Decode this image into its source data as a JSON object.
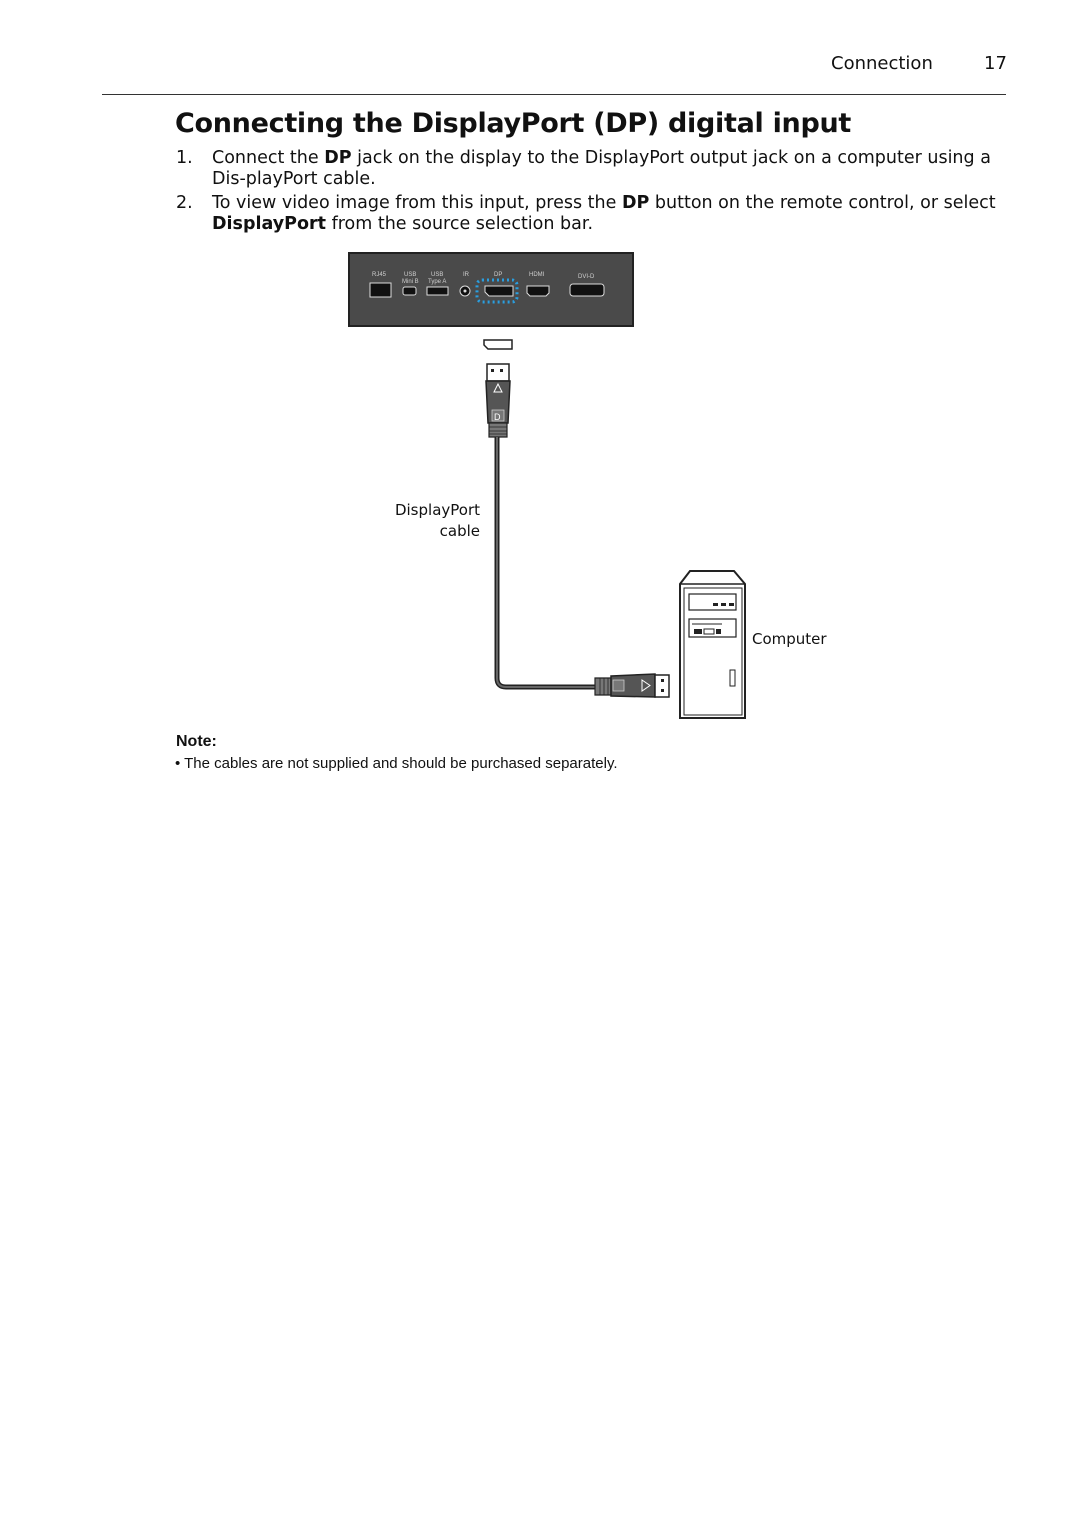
{
  "header": {
    "section": "Connection",
    "page_number": "17"
  },
  "title": "Connecting the DisplayPort (DP) digital input",
  "steps": [
    {
      "number": "1.",
      "pre": "Connect the ",
      "bold1": "DP",
      "mid": " jack on the display to the DisplayPort output jack on a computer using a Dis-playPort cable."
    },
    {
      "number": "2.",
      "pre": "To view video image from this input, press the ",
      "bold1": "DP",
      "mid": " button on the remote control, or select ",
      "bold2": "DisplayPort",
      "post": " from the source selection bar."
    }
  ],
  "diagram": {
    "ports": {
      "rj45": "RJ45",
      "usb_mini": "USB",
      "usb_mini_sub": "Mini B",
      "usb_a": "USB",
      "usb_a_sub": "Type A",
      "ir": "IR",
      "dp": "DP",
      "hdmi": "HDMI",
      "dvi": "DVI-D"
    },
    "highlight_color": "#2a9fe0",
    "cable_label_line1": "DisplayPort",
    "cable_label_line2": "cable",
    "computer_label": "Computer"
  },
  "note": {
    "title": "Note:",
    "text": "• The cables are not supplied and should be purchased separately."
  }
}
